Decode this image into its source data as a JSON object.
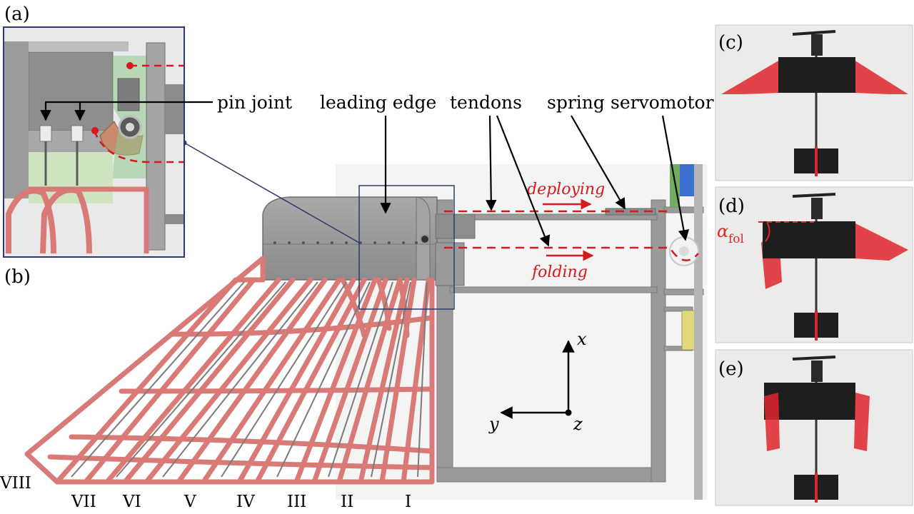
{
  "panels": {
    "a": "(a)",
    "b": "(b)",
    "c": "(c)",
    "d": "(d)",
    "e": "(e)"
  },
  "callouts": {
    "pin_joint": "pin joint",
    "leading_edge": "leading edge",
    "tendons": "tendons",
    "spring": "spring",
    "servomotor": "servomotor"
  },
  "tendon_labels": {
    "deploying": "deploying",
    "folding": "folding"
  },
  "angle_label": {
    "symbol": "α",
    "subscript": "fol"
  },
  "axes": {
    "x": "x",
    "y": "y",
    "z": "z"
  },
  "feathers": [
    "VIII",
    "VII",
    "VI",
    "V",
    "IV",
    "III",
    "II",
    "I"
  ],
  "colors": {
    "feather_pink": "#d97a76",
    "tendon_red": "#d6191c",
    "frame_grey": "#9a9a9a",
    "inset_border": "#2b3a6b",
    "wing_red": "#e0262b",
    "body_black": "#1e1e1e"
  }
}
